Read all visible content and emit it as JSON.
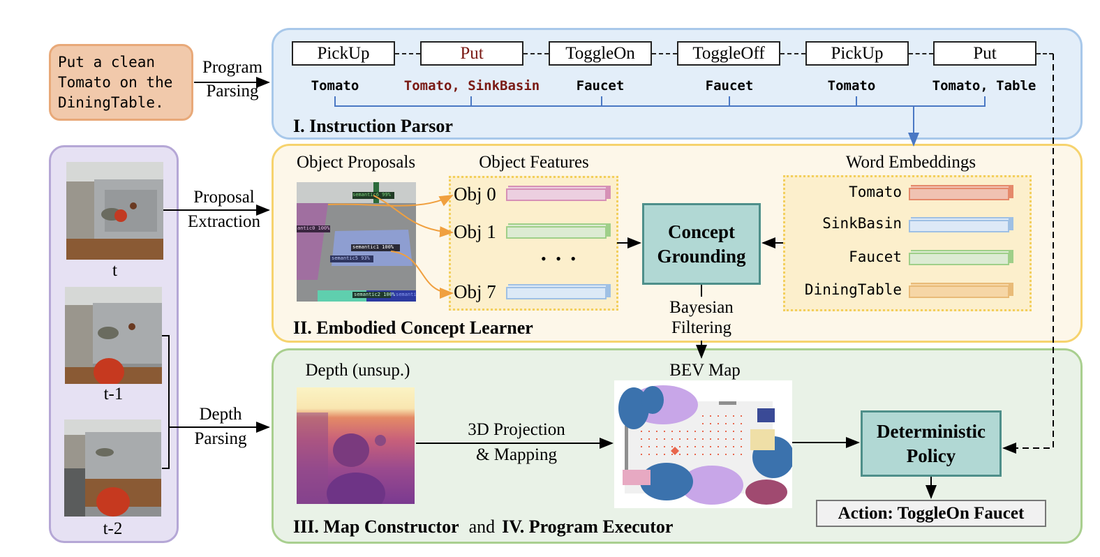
{
  "instruction": {
    "text_lines": [
      "Put a clean",
      "Tomato on the",
      "DiningTable."
    ]
  },
  "edges": {
    "program_parsing": [
      "Program",
      "Parsing"
    ],
    "proposal_extraction": [
      "Proposal",
      "Extraction"
    ],
    "depth_parsing": [
      "Depth",
      "Parsing"
    ],
    "bayesian_filtering": [
      "Bayesian",
      "Filtering"
    ],
    "projection_mapping": [
      "3D Projection",
      "& Mapping"
    ]
  },
  "instruction_parser": {
    "title": "I. Instruction Parsor",
    "program": [
      {
        "op": "PickUp",
        "args": "Tomato",
        "highlight": false
      },
      {
        "op": "Put",
        "args": "Tomato, SinkBasin",
        "highlight": true
      },
      {
        "op": "ToggleOn",
        "args": "Faucet",
        "highlight": false
      },
      {
        "op": "ToggleOff",
        "args": "Faucet",
        "highlight": false
      },
      {
        "op": "PickUp",
        "args": "Tomato",
        "highlight": false
      },
      {
        "op": "Put",
        "args": "Tomato, Table",
        "highlight": false
      }
    ],
    "highlight_color": "#7a1a14"
  },
  "frames": {
    "labels": [
      "t",
      "t-1",
      "t-2"
    ]
  },
  "concept_learner": {
    "title": "II. Embodied Concept Learner",
    "proposals_label": "Object Proposals",
    "features_label": "Object Features",
    "embeddings_label": "Word Embeddings",
    "detections": [
      "semantic6 99%",
      "antic0 100%",
      "semantic1 100%",
      "semantic5 93%",
      "semantic2 100%",
      "semanti"
    ],
    "objects": [
      {
        "label": "Obj 0",
        "color": "#eccfe0",
        "border": "#d690b6"
      },
      {
        "label": "Obj 1",
        "color": "#dcebd3",
        "border": "#9fcf89"
      },
      {
        "label": "Obj 7",
        "color": "#dce9f6",
        "border": "#9fc0e4"
      }
    ],
    "ellipsis": "• • •",
    "words": [
      {
        "label": "Tomato",
        "color": "#f0c2b2",
        "border": "#e58a6b"
      },
      {
        "label": "SinkBasin",
        "color": "#dde9f7",
        "border": "#9fc0e4"
      },
      {
        "label": "Faucet",
        "color": "#dcebd3",
        "border": "#9fcf89"
      },
      {
        "label": "DiningTable",
        "color": "#f6d6a6",
        "border": "#e9bb78"
      }
    ],
    "grounding": [
      "Concept",
      "Grounding"
    ]
  },
  "map_executor": {
    "title_part1": "III. Map Constructor",
    "title_and": "and",
    "title_part2": "IV. Program Executor",
    "depth_label": "Depth (unsup.)",
    "bev_label": "BEV Map",
    "policy": [
      "Deterministic",
      "Policy"
    ],
    "action": "Action: ToggleOn Faucet"
  }
}
